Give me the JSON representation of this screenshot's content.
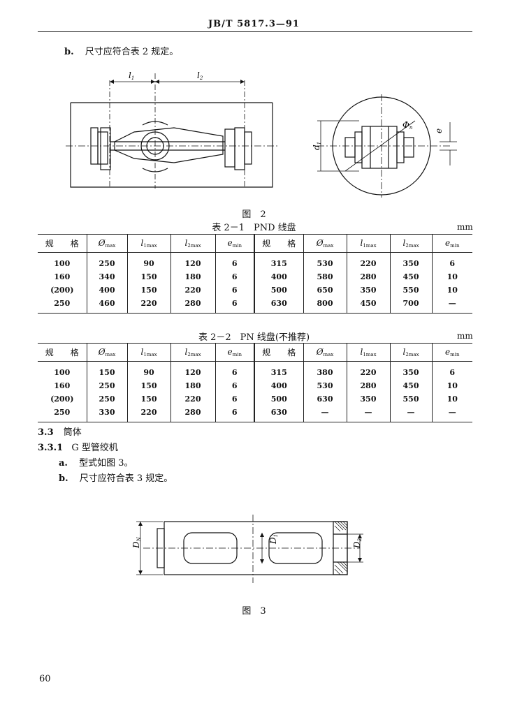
{
  "header": {
    "standard_no": "JB/T 5817.3—91"
  },
  "item_b_top": {
    "marker": "b.",
    "text": "尺寸应符合表 2 规定。"
  },
  "figure2": {
    "caption": "图　2",
    "labels": {
      "l1": "l",
      "l1_sub": "1",
      "l2": "l",
      "l2_sub": "2",
      "d1": "d",
      "d1_sub": "1",
      "phi": "Φ",
      "phi_sub": "n",
      "e": "e"
    }
  },
  "table1": {
    "title": "表 2－1　PND 线盘",
    "unit": "mm",
    "headers": [
      "规　　格",
      "Ø",
      "l",
      "l",
      "e",
      "规　　格",
      "Ø",
      "l",
      "l",
      "e"
    ],
    "header_subs": [
      "",
      "max",
      "1max",
      "2max",
      "min",
      "",
      "max",
      "1max",
      "2max",
      "min"
    ],
    "rows": [
      [
        "100",
        "250",
        "90",
        "120",
        "6",
        "315",
        "530",
        "220",
        "350",
        "6"
      ],
      [
        "160",
        "340",
        "150",
        "180",
        "6",
        "400",
        "580",
        "280",
        "450",
        "10"
      ],
      [
        "(200)",
        "400",
        "150",
        "220",
        "6",
        "500",
        "650",
        "350",
        "550",
        "10"
      ],
      [
        "250",
        "460",
        "220",
        "280",
        "6",
        "630",
        "800",
        "450",
        "700",
        "—"
      ]
    ]
  },
  "table2": {
    "title": "表 2－2　PN 线盘(不推荐)",
    "unit": "mm",
    "headers": [
      "规　　格",
      "Ø",
      "l",
      "l",
      "e",
      "规　　格",
      "Ø",
      "l",
      "l",
      "e"
    ],
    "header_subs": [
      "",
      "max",
      "1max",
      "2max",
      "min",
      "",
      "max",
      "1max",
      "2max",
      "min"
    ],
    "rows": [
      [
        "100",
        "150",
        "90",
        "120",
        "6",
        "315",
        "380",
        "220",
        "350",
        "6"
      ],
      [
        "160",
        "250",
        "150",
        "180",
        "6",
        "400",
        "530",
        "280",
        "450",
        "10"
      ],
      [
        "(200)",
        "250",
        "150",
        "220",
        "6",
        "500",
        "630",
        "350",
        "550",
        "10"
      ],
      [
        "250",
        "330",
        "220",
        "280",
        "6",
        "630",
        "—",
        "—",
        "—",
        "—"
      ]
    ]
  },
  "section_3_3": {
    "number": "3.3",
    "title": "筒体"
  },
  "section_3_3_1": {
    "number": "3.3.1",
    "title": "G 型管绞机"
  },
  "item_a": {
    "marker": "a.",
    "text": "型式如图 3。"
  },
  "item_b": {
    "marker": "b.",
    "text": "尺寸应符合表 3 规定。"
  },
  "figure3": {
    "caption": "图　3",
    "labels": {
      "dn": "D",
      "dn_sub": "N",
      "d1": "D",
      "d1_sub": "1",
      "d2": "D",
      "d2_sub": "2"
    }
  },
  "page_number": "60"
}
